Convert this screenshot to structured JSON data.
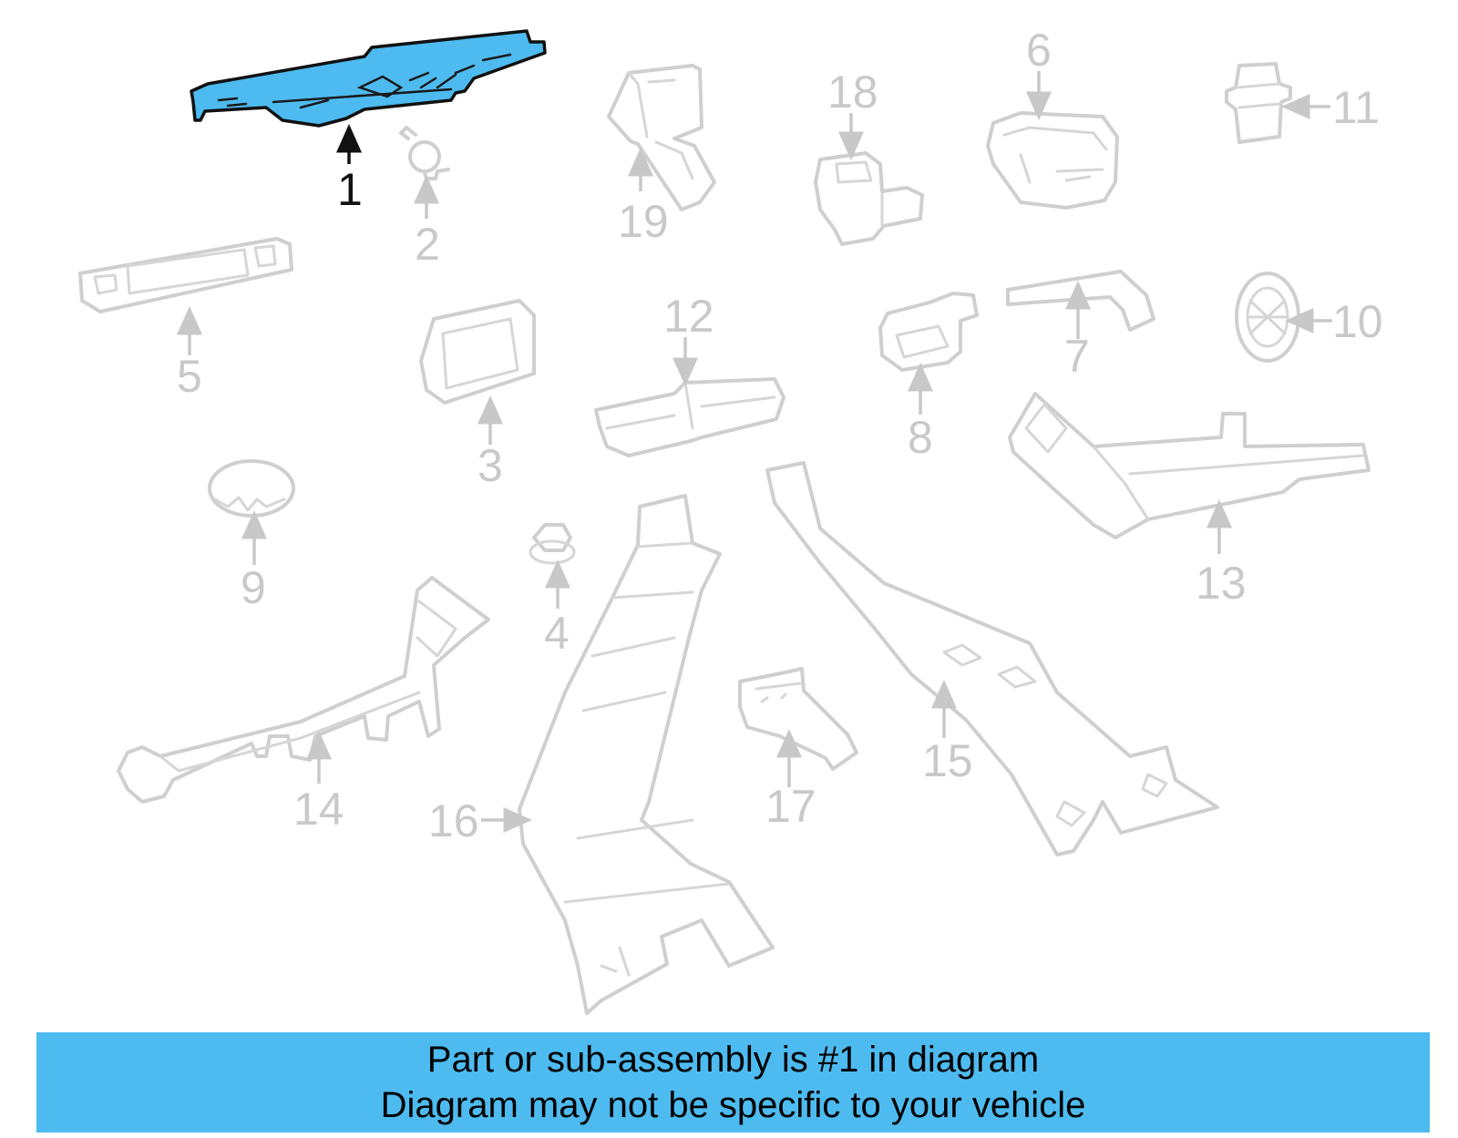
{
  "highlight_color": "#4dbbf0",
  "callouts": {
    "1": "1",
    "2": "2",
    "3": "3",
    "4": "4",
    "5": "5",
    "6": "6",
    "7": "7",
    "8": "8",
    "9": "9",
    "10": "10",
    "11": "11",
    "12": "12",
    "13": "13",
    "14": "14",
    "15": "15",
    "16": "16",
    "17": "17",
    "18": "18",
    "19": "19"
  },
  "highlighted_part": "1",
  "banner": {
    "line1": "Part or sub-assembly is #1 in diagram",
    "line2": "Diagram may not be specific to your vehicle"
  }
}
